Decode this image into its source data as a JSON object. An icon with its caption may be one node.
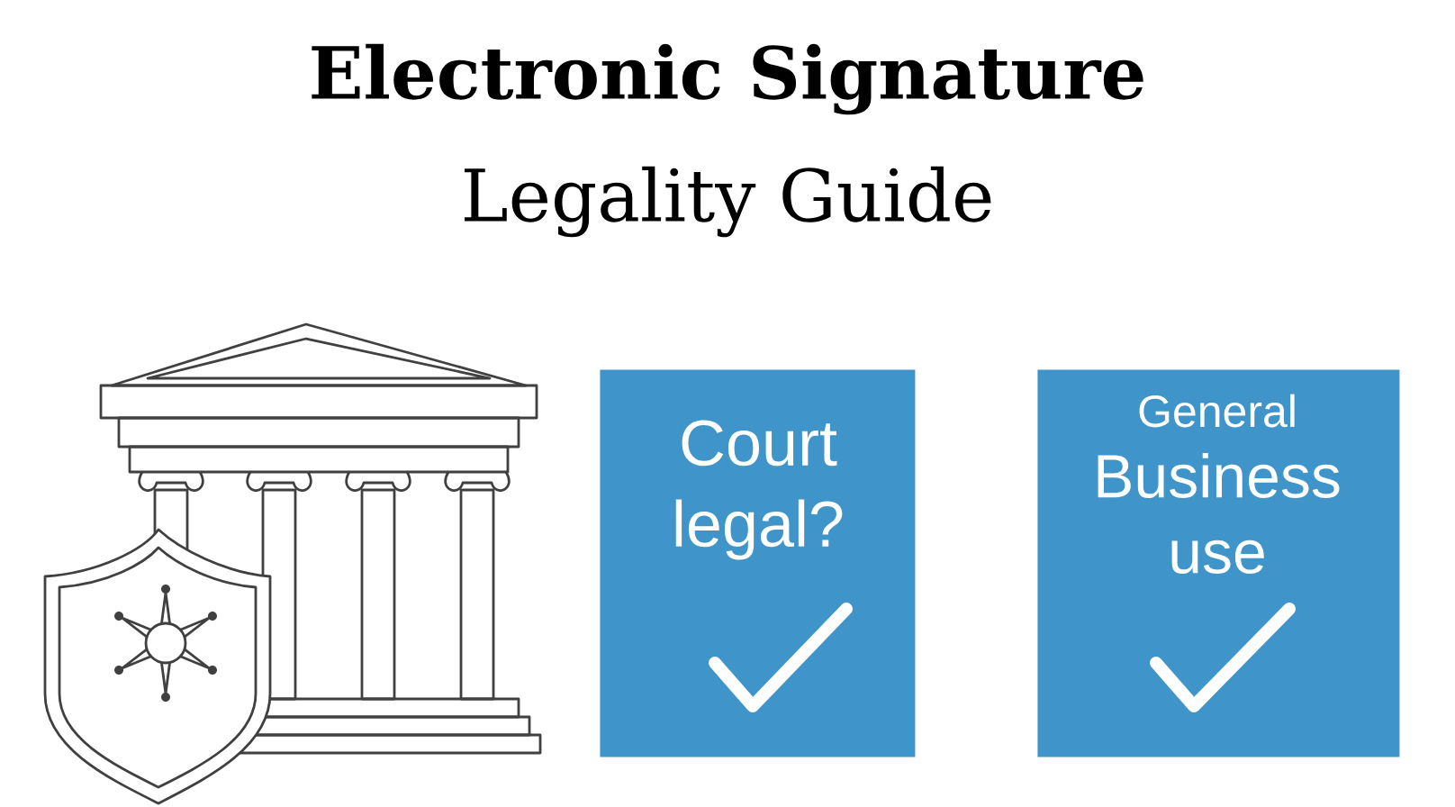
{
  "diagram": {
    "title": "Electronic Signature",
    "nodes": [
      {
        "text": [
          "Court legal?"
        ]
      },
      {
        "text": [
          "General",
          "Business use"
        ]
      }
    ],
    "labels": [
      "Legality Guide"
    ]
  }
}
